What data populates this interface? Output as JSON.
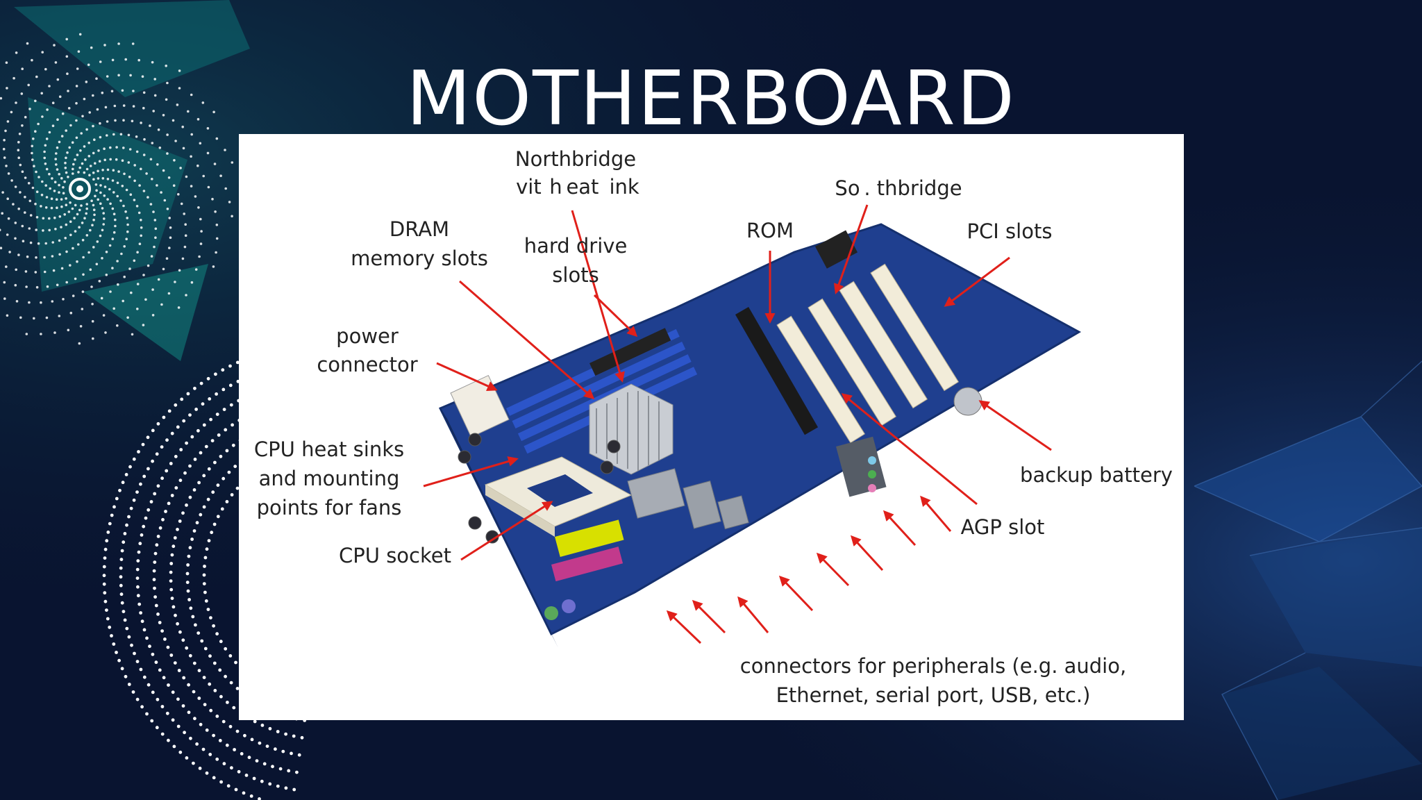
{
  "title": "MOTHERBOARD",
  "labels": {
    "northbridge": "Northbridge",
    "northbridge_sub": " vit  h eat  ink",
    "southbridge": "So . thbridge",
    "rom": "ROM",
    "pci_slots": "PCI slots",
    "dram_1": "DRAM",
    "dram_2": "memory slots",
    "hard_drive_1": "hard drive",
    "hard_drive_2": "slots",
    "power_1": "power",
    "power_2": "connector",
    "cpu_heat_1": "CPU heat sinks",
    "cpu_heat_2": "and mounting",
    "cpu_heat_3": "points for fans",
    "cpu_socket": "CPU socket",
    "backup_battery": "backup battery",
    "agp_slot": "AGP slot",
    "connectors_1": "connectors for peripherals (e.g. audio,",
    "connectors_2": "Ethernet, serial port, USB, etc.)"
  },
  "colors": {
    "background": "#0a1530",
    "accent_teal": "#1fa7a0",
    "arrow_red": "#e0201a",
    "board_blue": "#1f3f8f"
  }
}
